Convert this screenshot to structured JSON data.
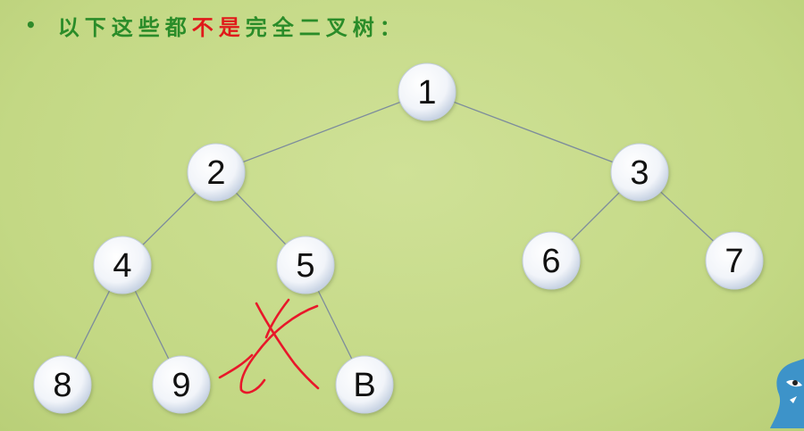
{
  "heading": {
    "bullet": "•",
    "part1": "以下这些都",
    "part2": "不是",
    "part3": "完全二叉树：",
    "part2_color": "#e01a1a",
    "text_color": "#2a8c29"
  },
  "tree": {
    "nodes": [
      {
        "id": "n1",
        "label": "1"
      },
      {
        "id": "n2",
        "label": "2"
      },
      {
        "id": "n3",
        "label": "3"
      },
      {
        "id": "n4",
        "label": "4"
      },
      {
        "id": "n5",
        "label": "5"
      },
      {
        "id": "n6",
        "label": "6"
      },
      {
        "id": "n7",
        "label": "7"
      },
      {
        "id": "n8",
        "label": "8"
      },
      {
        "id": "n9",
        "label": "9"
      },
      {
        "id": "nB",
        "label": "B"
      }
    ],
    "edges": [
      [
        "n1",
        "n2"
      ],
      [
        "n1",
        "n3"
      ],
      [
        "n2",
        "n4"
      ],
      [
        "n2",
        "n5"
      ],
      [
        "n3",
        "n6"
      ],
      [
        "n3",
        "n7"
      ],
      [
        "n4",
        "n8"
      ],
      [
        "n4",
        "n9"
      ],
      [
        "n5",
        "nB"
      ]
    ],
    "annotation": "red-hand-drawn-cross",
    "annotation_color": "#e8182a"
  }
}
